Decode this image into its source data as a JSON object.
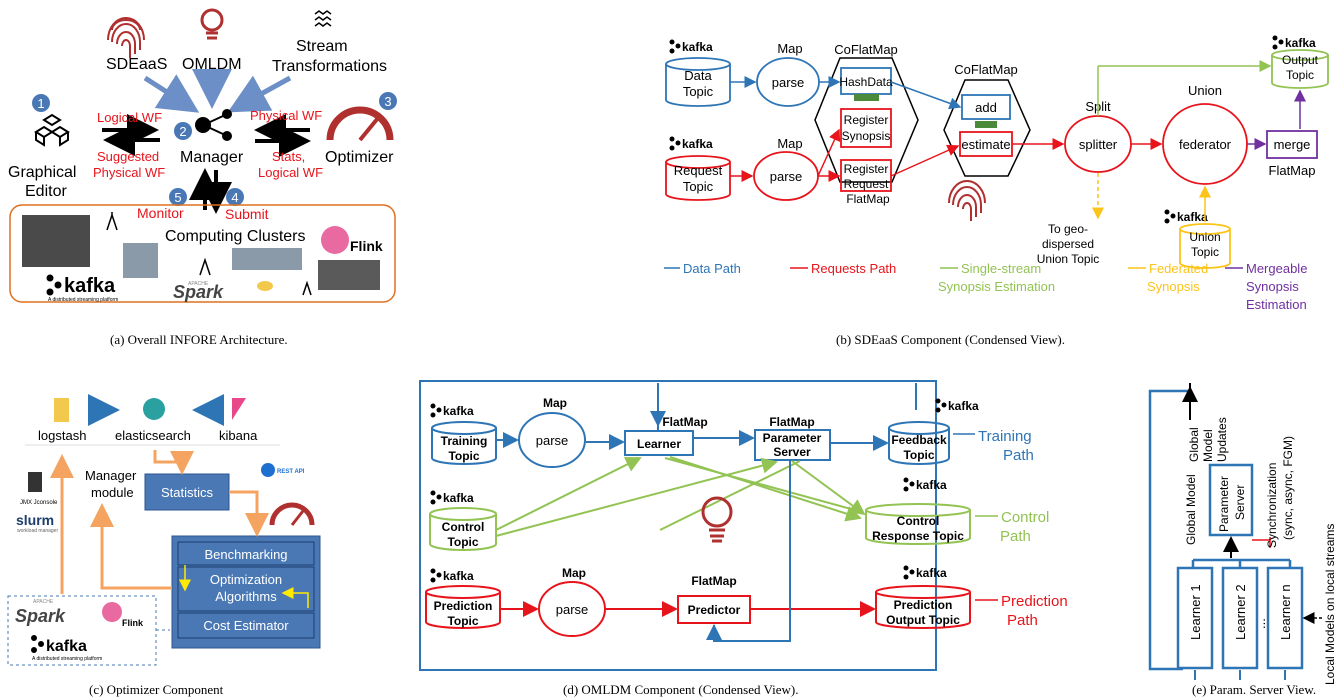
{
  "colors": {
    "blue": "#2e75b6",
    "red": "#e8141b",
    "green": "#92c353",
    "yellow": "#fcc419",
    "purple": "#7030a0",
    "darkred": "#b03030",
    "orange": "#f4a460",
    "panel": "#4a78b5"
  },
  "panel_a": {
    "caption": "(a)  Overall INFORE Architecture.",
    "sdeaas": "SDEaaS",
    "omldm": "OMLDM",
    "stream_line1": "Stream",
    "stream_line2": "Transformations",
    "logical_wf": "Logical WF",
    "physical_wf": "Physical WF",
    "suggested_line1": "Suggested",
    "suggested_line2": "Physical WF",
    "manager": "Manager",
    "stats_line1": "Stats,",
    "stats_line2": "Logical WF",
    "graphical_line1": "Graphical",
    "graphical_line2": "Editor",
    "optimizer": "Optimizer",
    "monitor": "Monitor",
    "submit": "Submit",
    "computing_clusters": "Computing Clusters",
    "flink": "Flink",
    "kafka": "kafka",
    "kafka_sub": "A distributed streaming platform",
    "apache": "APACHE",
    "spark": "Spark",
    "badges": [
      "1",
      "2",
      "3",
      "4",
      "5"
    ]
  },
  "panel_b": {
    "caption": "(b)  SDEaaS Component (Condensed View).",
    "kafka": "kafka",
    "map": "Map",
    "coflatmap": "CoFlatMap",
    "flatmap": "FlatMap",
    "split": "Split",
    "union": "Union",
    "data_topic": [
      "Data",
      "Topic"
    ],
    "request_topic": [
      "Request",
      "Topic"
    ],
    "parse": "parse",
    "hashdata": "HashData",
    "register_synopsis": [
      "Register",
      "Synopsis"
    ],
    "register_request": [
      "Register",
      "Request"
    ],
    "add": "add",
    "estimate": "estimate",
    "splitter": "splitter",
    "federator": "federator",
    "merge": "merge",
    "output_topic": [
      "Output",
      "Topic"
    ],
    "union_topic": [
      "Union",
      "Topic"
    ],
    "geo": [
      "To geo-",
      "dispersed",
      "Union Topic"
    ],
    "legend": {
      "data_path": "Data Path",
      "requests_path": "Requests Path",
      "single_stream": [
        "Single-stream",
        "Synopsis Estimation"
      ],
      "federated": [
        "Federated",
        "Synopsis"
      ],
      "mergeable": [
        "Mergeable",
        "Synopsis",
        "Estimation"
      ]
    }
  },
  "panel_c": {
    "caption": "(c)  Optimizer Component",
    "logstash": "logstash",
    "elasticsearch": "elasticsearch",
    "kibana": "kibana",
    "manager_module": [
      "Manager",
      "module"
    ],
    "statistics": "Statistics",
    "rest_api": "REST API",
    "jmx": "JMX Jconsole",
    "slurm": "slurm",
    "slurm_sub": "workload manager",
    "benchmarking": "Benchmarking",
    "optimization": [
      "Optimization",
      "Algorithms"
    ],
    "cost_estimator": "Cost Estimator",
    "apache": "APACHE",
    "spark": "Spark",
    "flink": "Flink",
    "kafka": "kafka",
    "kafka_sub": "A distributed streaming platform"
  },
  "panel_d": {
    "caption": "(d)  OMLDM Component (Condensed View).",
    "kafka": "kafka",
    "map": "Map",
    "flatmap": "FlatMap",
    "training_topic": [
      "Training",
      "Topic"
    ],
    "control_topic": [
      "Control",
      "Topic"
    ],
    "prediction_topic": [
      "Prediction",
      "Topic"
    ],
    "parse": "parse",
    "learner": "Learner",
    "parameter_server": [
      "Parameter",
      "Server"
    ],
    "predictor": "Predictor",
    "feedback_topic": [
      "Feedback",
      "Topic"
    ],
    "control_response_topic": [
      "Control",
      "Response Topic"
    ],
    "prediction_output_topic": [
      "Prediction",
      "Output Topic"
    ],
    "training_path": [
      "Training",
      "Path"
    ],
    "control_path": [
      "Control",
      "Path"
    ],
    "prediction_path": [
      "Prediction",
      "Path"
    ]
  },
  "panel_e": {
    "caption": "(e)  Param. Server View.",
    "global_model_updates": [
      "Global",
      "Model",
      "Updates"
    ],
    "global_model": "Global Model",
    "parameter_server": [
      "Parameter",
      "Server"
    ],
    "synchronization": [
      "Synchronization",
      "(sync, async, FGM)"
    ],
    "learners": [
      "Learner 1",
      "Learner 2",
      "...",
      "Learner n"
    ],
    "local_models": "Local Models on local streams"
  }
}
